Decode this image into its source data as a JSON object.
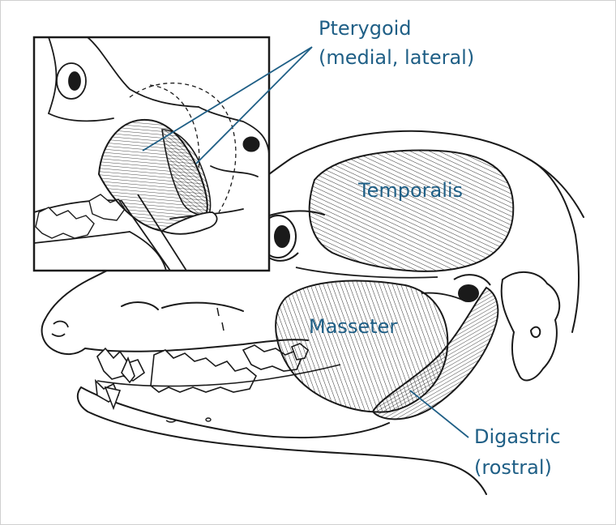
{
  "labels": {
    "pterygoid_name": "Pterygoid",
    "pterygoid_sub": "(medial, lateral)",
    "temporalis": "Temporalis",
    "masseter": "Masseter",
    "digastric_name": "Digastric",
    "digastric_sub": "(rostral)"
  },
  "colors": {
    "label_text": "#1f5f86",
    "leader_line": "#1f5f86",
    "outline": "#1a1a1a",
    "frame_border": "#cfcfcf",
    "background": "#ffffff"
  }
}
